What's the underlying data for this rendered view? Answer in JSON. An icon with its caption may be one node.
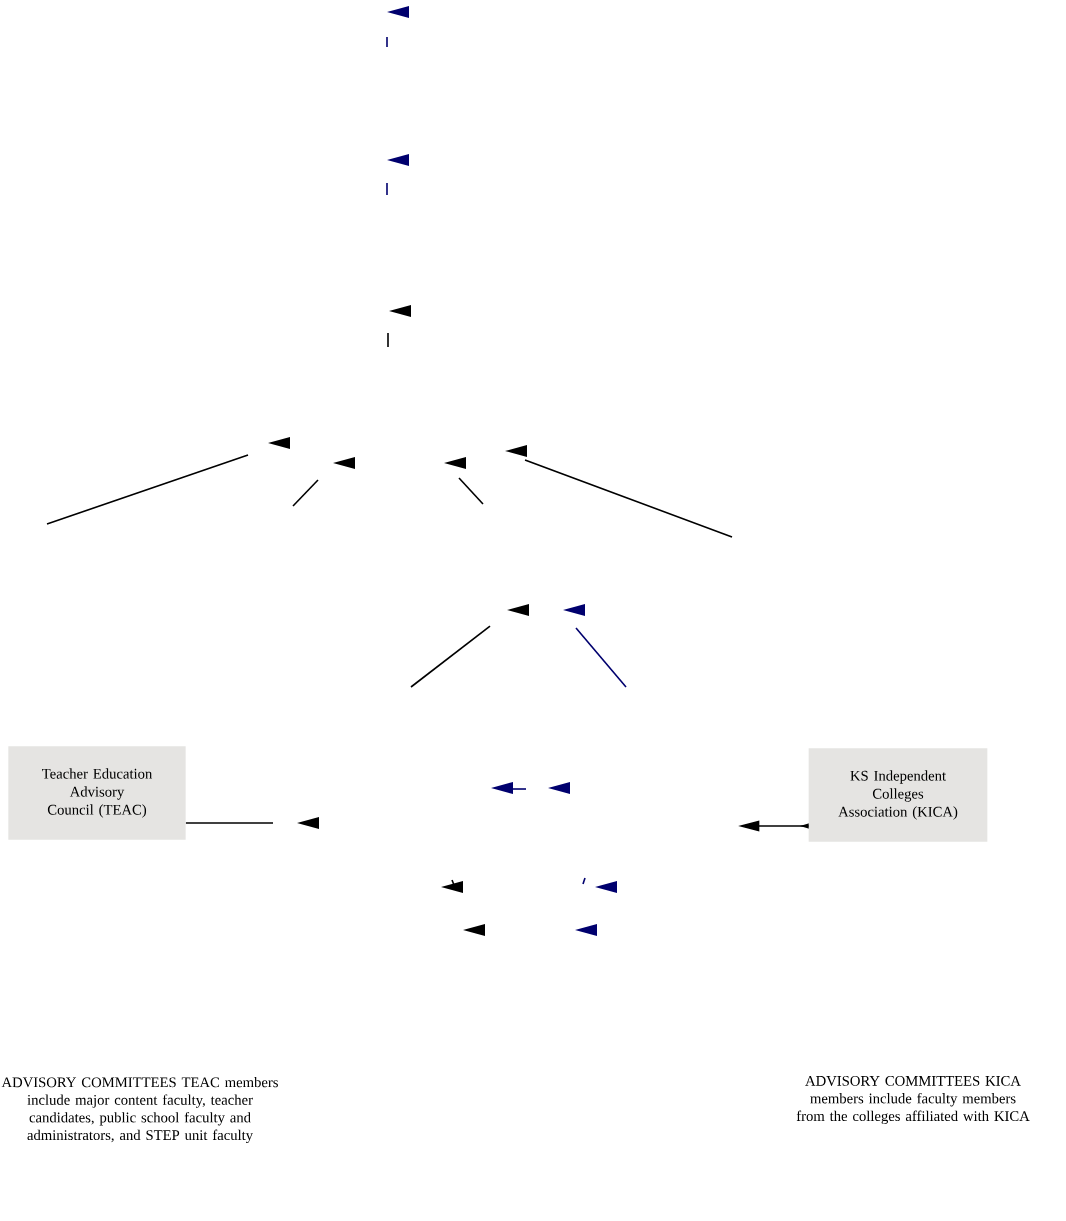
{
  "diagram": {
    "nodes": [
      {
        "text": [
          "Teacher Education Advisory Council (TEAC)"
        ]
      },
      {
        "text": [
          "KS Independent Colleges Association (KICA)"
        ]
      }
    ],
    "edges": [
      {
        "from": 0,
        "to": null,
        "arrow": "none"
      },
      {
        "from": 1,
        "to": null,
        "arrow": "to"
      }
    ],
    "labels": [
      "ADVISORY COMMITTEES TEAC members include major content faculty, teacher candidates, public school faculty and administrators, and STEP unit faculty",
      "ADVISORY COMMITTEES KICA members include faculty members from the colleges affiliated with KICA"
    ]
  }
}
